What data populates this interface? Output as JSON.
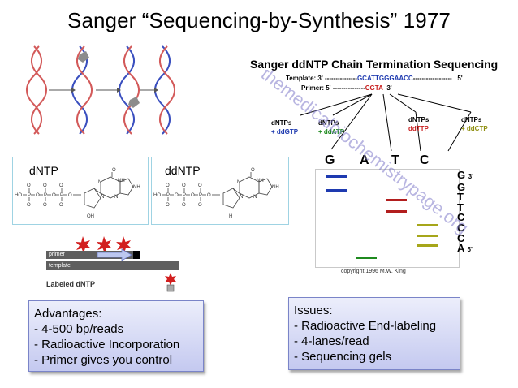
{
  "title": "Sanger “Sequencing-by-Synthesis” 1977",
  "chain_termination": {
    "title": "Sanger ddNTP Chain Termination Sequencing",
    "template": {
      "prefix": "Template: 3' ---------------",
      "seq": "GCATTGGGAACC",
      "suffix": "------------------",
      "end": "5'"
    },
    "primer": {
      "prefix": "Primer: 5' ---------------",
      "seq": "CGTA",
      "end": "3'"
    },
    "reactions": [
      {
        "line1": "dNTPs",
        "line2": "+ ddGTP",
        "color": "#1e3ab0"
      },
      {
        "line1": "dNTPs",
        "line2": "+ ddATP",
        "color": "#1f8a1f"
      },
      {
        "line1": "dNTPs",
        "line2": "ddTTP",
        "color": "#c81e1e"
      },
      {
        "line1": "dNTPs",
        "line2": "+ ddCTP",
        "color": "#8f8f10"
      }
    ],
    "lanes": [
      "G",
      "A",
      "T",
      "C"
    ],
    "read_5_3": [
      "G",
      "G",
      "T",
      "T",
      "C",
      "C",
      "C",
      "A"
    ],
    "read_end_top": "3'",
    "read_end_bottom": "5'",
    "copyright": "copyright 1996  M.W. King",
    "watermark": "themedicalbiochemistrypage.org"
  },
  "molecules": [
    {
      "title": "dNTP",
      "sugar_label": "OH"
    },
    {
      "title": "ddNTP",
      "sugar_label": "H"
    }
  ],
  "primer_diagram": {
    "primer_label": "primer",
    "template_label": "template",
    "caption": "Labeled dNTP"
  },
  "advantages": {
    "heading": "Advantages:",
    "items": [
      "-   4-500 bp/reads",
      "-   Radioactive Incorporation",
      "-   Primer gives you control"
    ]
  },
  "issues": {
    "heading": "Issues:",
    "items": [
      "-   Radioactive End-labeling",
      "-   4-lanes/read",
      "-   Sequencing gels"
    ]
  },
  "colors": {
    "G": "#1e3ab0",
    "A": "#1f8a1f",
    "T": "#b21e1e",
    "C": "#a6a61a"
  }
}
